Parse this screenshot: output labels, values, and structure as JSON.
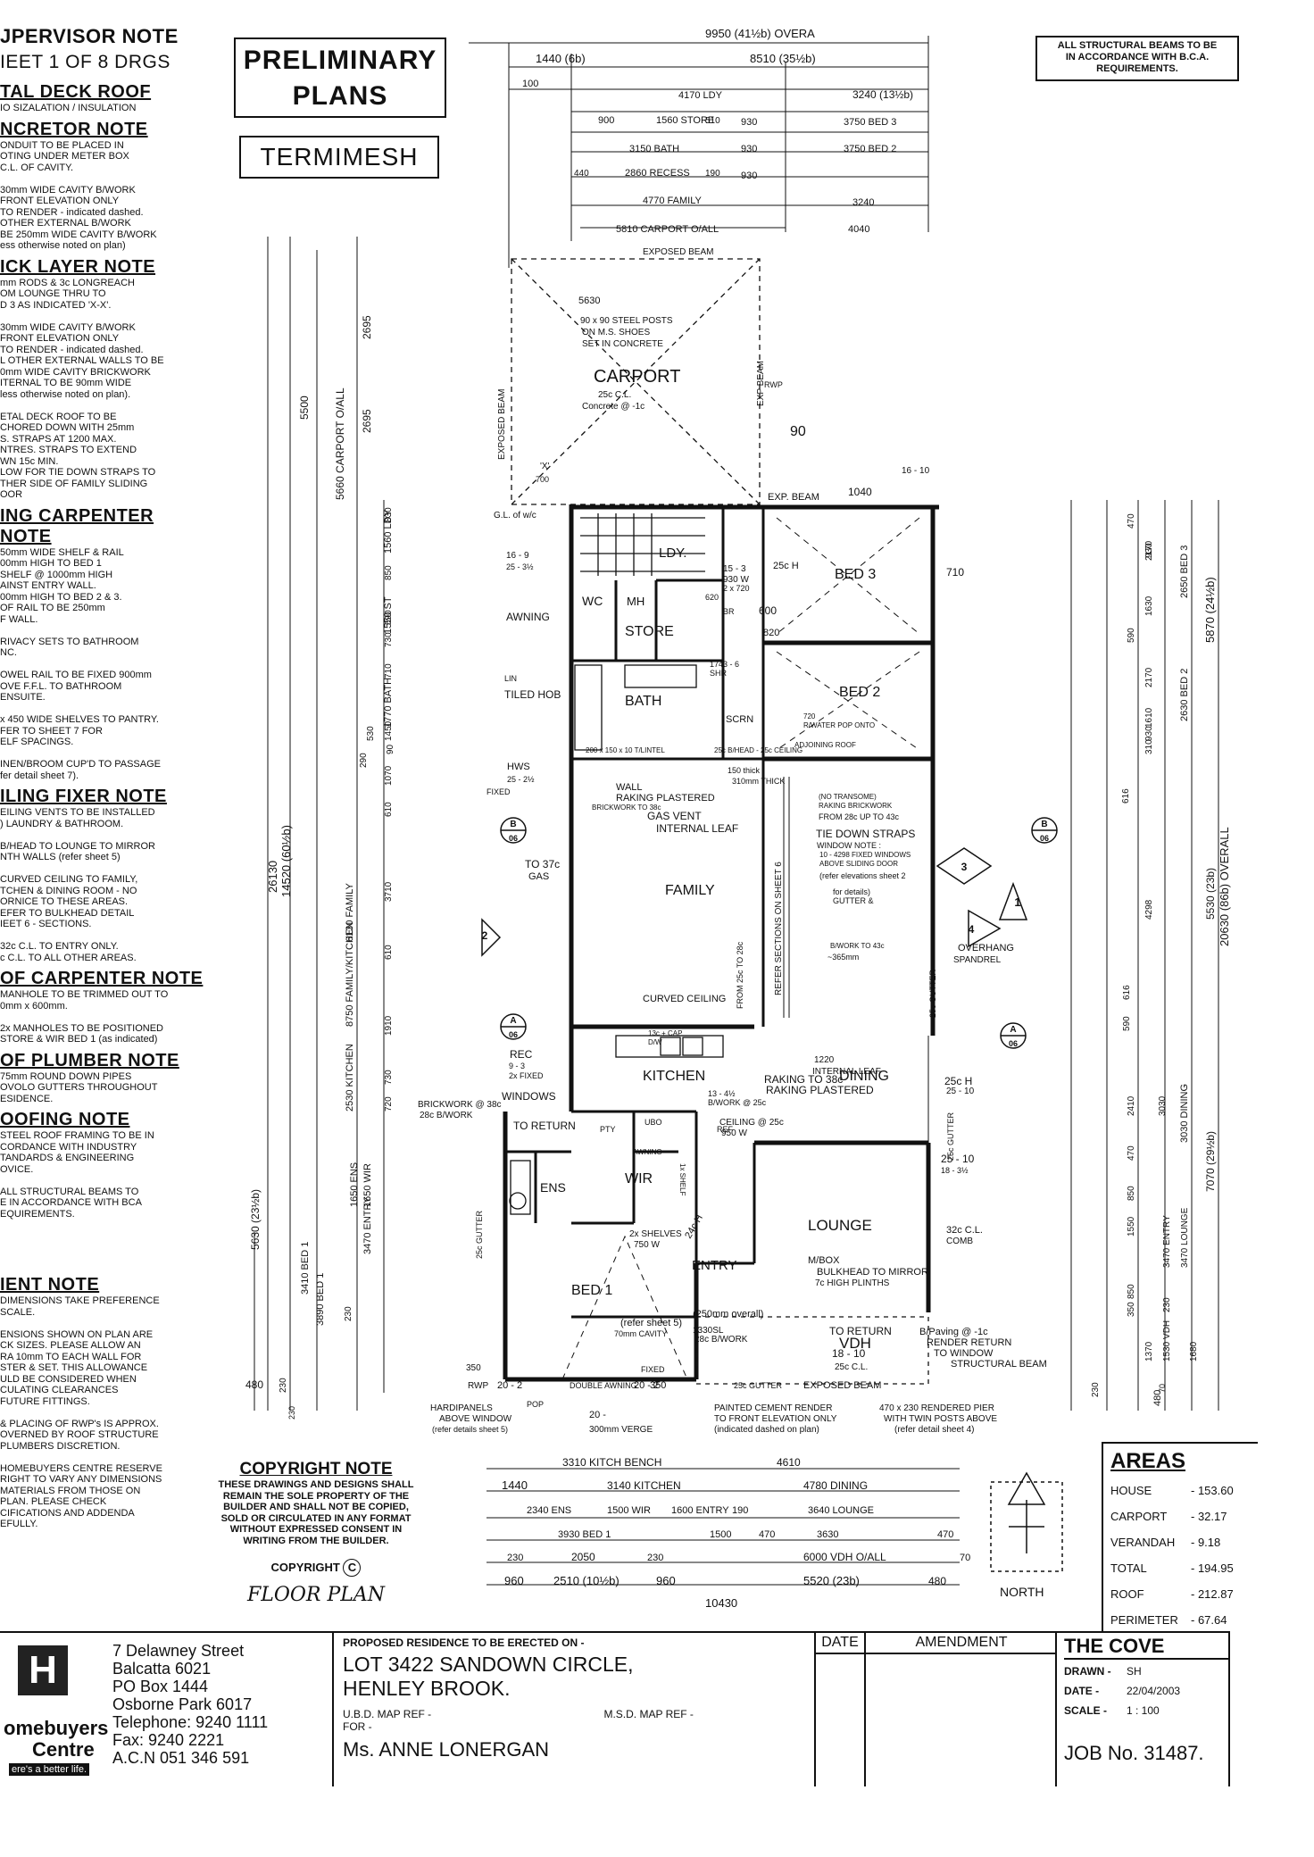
{
  "notes": {
    "supervisor": {
      "title": "JPERVISOR NOTE",
      "sheet": "IEET 1 OF 8 DRGS"
    },
    "metal_deck": {
      "title": "TAL DECK ROOF",
      "lines": [
        "IO SIZALATION / INSULATION"
      ]
    },
    "concretor": {
      "title": "NCRETOR NOTE",
      "lines": [
        "ONDUIT TO BE PLACED IN",
        "OTING UNDER METER BOX",
        "C.L. OF CAVITY.",
        "",
        "30mm WIDE CAVITY B/WORK",
        "FRONT ELEVATION ONLY",
        "TO RENDER - indicated dashed.",
        "OTHER EXTERNAL B/WORK",
        "BE 250mm WIDE CAVITY B/WORK",
        "ess otherwise noted on plan)"
      ]
    },
    "bricklayer": {
      "title": "ICK LAYER NOTE",
      "lines": [
        "mm RODS & 3c LONGREACH",
        "OM LOUNGE THRU TO",
        "D 3 AS INDICATED 'X-X'.",
        "",
        "30mm WIDE CAVITY B/WORK",
        "FRONT ELEVATION ONLY",
        "TO RENDER - indicated dashed.",
        "L OTHER EXTERNAL WALLS TO BE",
        "0mm WIDE CAVITY BRICKWORK",
        "ITERNAL TO BE 90mm WIDE",
        "less otherwise noted on plan).",
        "",
        "ETAL DECK ROOF TO BE",
        "CHORED DOWN WITH 25mm",
        "S. STRAPS AT 1200 MAX.",
        "NTRES. STRAPS TO EXTEND",
        "WN 15c MIN.",
        "LOW FOR TIE DOWN STRAPS TO",
        "THER SIDE OF FAMILY SLIDING",
        "OOR"
      ]
    },
    "fixing_carpenter": {
      "title": "ING CARPENTER NOTE",
      "lines": [
        "50mm WIDE SHELF & RAIL",
        "00mm HIGH TO BED 1",
        "SHELF @ 1000mm HIGH",
        "AINST ENTRY WALL.",
        "00mm HIGH TO BED 2 & 3.",
        "OF RAIL TO BE 250mm",
        "F WALL.",
        "",
        "RIVACY SETS TO BATHROOM",
        "NC.",
        "",
        "OWEL RAIL TO BE FIXED 900mm",
        "OVE F.F.L. TO BATHROOM",
        "ENSUITE.",
        "",
        "x 450 WIDE SHELVES TO PANTRY.",
        "FER TO SHEET 7 FOR",
        "ELF SPACINGS.",
        "",
        "INEN/BROOM CUP'D TO PASSAGE",
        "fer detail sheet 7)."
      ]
    },
    "ceiling_fixer": {
      "title": "ILING FIXER NOTE",
      "lines": [
        "EILING VENTS TO BE INSTALLED",
        ") LAUNDRY & BATHROOM.",
        "",
        "B/HEAD TO LOUNGE TO MIRROR",
        "NTH WALLS (refer sheet 5)",
        "",
        "CURVED CEILING TO FAMILY,",
        "TCHEN & DINING ROOM - NO",
        "ORNICE TO THESE AREAS.",
        "EFER TO BULKHEAD DETAIL",
        "IEET 6 - SECTIONS.",
        "",
        "32c C.L. TO ENTRY ONLY.",
        "c C.L. TO ALL OTHER AREAS."
      ]
    },
    "roof_carpenter": {
      "title": "OF CARPENTER NOTE",
      "lines": [
        "MANHOLE TO BE TRIMMED OUT TO",
        "0mm x 600mm.",
        "",
        "2x MANHOLES TO BE POSITIONED",
        "STORE & WIR BED 1 (as indicated)"
      ]
    },
    "plumber": {
      "title": "OF PLUMBER NOTE",
      "lines": [
        "75mm ROUND DOWN PIPES",
        "OVOLO GUTTERS THROUGHOUT",
        "ESIDENCE."
      ]
    },
    "roofing": {
      "title": "OOFING NOTE",
      "lines": [
        "STEEL ROOF FRAMING TO BE IN",
        "CORDANCE WITH INDUSTRY",
        "TANDARDS & ENGINEERING",
        "OVICE.",
        "",
        "ALL STRUCTURAL BEAMS TO",
        "E IN ACCORDANCE WITH BCA",
        "EQUIREMENTS."
      ]
    },
    "client": {
      "title": "IENT NOTE",
      "lines": [
        "DIMENSIONS TAKE PREFERENCE",
        "SCALE.",
        "",
        "ENSIONS SHOWN ON PLAN ARE",
        "CK SIZES. PLEASE ALLOW AN",
        "RA 10mm TO EACH WALL FOR",
        "STER & SET. THIS ALLOWANCE",
        "ULD BE CONSIDERED WHEN",
        "CULATING CLEARANCES",
        "FUTURE FITTINGS.",
        "",
        "& PLACING OF RWP's IS APPROX.",
        "OVERNED BY ROOF STRUCTURE",
        "PLUMBERS DISCRETION.",
        "",
        "HOMEBUYERS CENTRE RESERVE",
        "RIGHT TO VARY ANY DIMENSIONS",
        "MATERIALS FROM THOSE ON",
        "PLAN. PLEASE CHECK",
        "CIFICATIONS AND ADDENDA",
        "EFULLY."
      ]
    }
  },
  "stamps": {
    "preliminary": "PRELIMINARY PLANS",
    "termimesh": "TERMIMESH"
  },
  "beam_note": [
    "ALL STRUCTURAL BEAMS TO BE",
    "IN ACCORDANCE WITH B.C.A.",
    "REQUIREMENTS."
  ],
  "copyright": {
    "title": "COPYRIGHT NOTE",
    "lines": [
      "THESE DRAWINGS AND DESIGNS SHALL",
      "REMAIN THE SOLE PROPERTY OF THE",
      "BUILDER AND SHALL NOT BE COPIED,",
      "SOLD OR CIRCULATED IN ANY FORMAT",
      "WITHOUT EXPRESSED CONSENT IN",
      "WRITING FROM THE BUILDER."
    ],
    "mark": "COPYRIGHT",
    "floor_plan": "FLOOR PLAN"
  },
  "areas": {
    "title": "AREAS",
    "rows": [
      [
        "HOUSE",
        "- 153.60"
      ],
      [
        "CARPORT",
        "- 32.17"
      ],
      [
        "VERANDAH",
        "- 9.18"
      ],
      [
        "TOTAL",
        "- 194.95"
      ],
      [
        "ROOF",
        "- 212.87"
      ],
      [
        "PERIMETER",
        "- 67.64"
      ]
    ]
  },
  "north": "NORTH",
  "company": {
    "address": [
      "7 Delawney Street",
      "Balcatta 6021",
      "PO Box 1444",
      "Osborne Park 6017",
      "Telephone: 9240 1111",
      "Fax: 9240 2221",
      "A.C.N 051 346 591"
    ],
    "name_top": "omebuyers",
    "name_bottom": "Centre",
    "tagline": "ere's a better life."
  },
  "project": {
    "label": "PROPOSED RESIDENCE TO BE ERECTED ON -",
    "lot": "LOT 3422 SANDOWN CIRCLE,",
    "suburb": "HENLEY BROOK.",
    "ubd": "U.B.D. MAP REF -",
    "msd": "M.S.D. MAP REF -",
    "for": "FOR -",
    "client": "Ms. ANNE LONERGAN"
  },
  "amend": {
    "date": "DATE",
    "amendment": "AMENDMENT"
  },
  "titleblock": {
    "name": "THE COVE",
    "drawn_label": "DRAWN -",
    "drawn": "SH",
    "date_label": "DATE -",
    "date": "22/04/2003",
    "scale_label": "SCALE -",
    "scale": "1 : 100",
    "job": "JOB No.  31487."
  },
  "plan": {
    "top_dims": [
      "9950 (41½b) OVERA",
      "1440 (6b)",
      "8510 (35½b)",
      "100",
      "4170 LDY",
      "3240 (13½b)",
      "900",
      "1560 STORE",
      "510",
      "930",
      "3750 BED 3",
      "3150 BATH",
      "930",
      "3750 BED 2",
      "440",
      "2860 RECESS",
      "190",
      "930",
      "4770 FAMILY",
      "3240",
      "5810 CARPORT O/ALL",
      "4040",
      "EXPOSED BEAM"
    ],
    "rooms": [
      "CARPORT",
      "LDY.",
      "WC",
      "MH",
      "STORE",
      "BATH",
      "BED 3",
      "BED 2",
      "FAMILY",
      "KITCHEN",
      "DINING",
      "LOUNGE",
      "ENS",
      "WIR",
      "BED 1",
      "ENTRY",
      "VDH",
      "PTY",
      "REF",
      "UBO"
    ],
    "labels": [
      "90 x 90 STEEL POSTS",
      "ON M.S. SHOES",
      "SET IN CONCRETE",
      "25c C.L.",
      "Concrete @ -1c",
      "EXPOSED BEAM",
      "EXP BEAM",
      "RWP",
      "5630",
      "90",
      "'X'",
      "700",
      "G.L. of w/c",
      "EXP. BEAM",
      "1040",
      "16 - 10",
      "710",
      "16 - 9",
      "25 - 3½",
      "AWNING",
      "15 - 3",
      "930 W",
      "25c H",
      "600",
      "820",
      "2 x 720",
      "620",
      "BR",
      "LIN",
      "TILED HOB",
      "1743 - 6",
      "SHR",
      "SCRN",
      "720",
      "R/WATER POP ONTO",
      "ADJOINING ROOF",
      "200 x 150 x 10 T/LINTEL",
      "25c B/HEAD - 25c CEILING",
      "150 thick",
      "310mm THICK",
      "WALL",
      "RAKING PLASTERED",
      "BRICKWORK TO 38c",
      "GAS VENT",
      "INTERNAL LEAF",
      "TO 37c",
      "GAS",
      "HWS",
      "25 - 2½",
      "FIXED",
      "(NO TRANSOME)",
      "RAKING BRICKWORK",
      "FROM 28c UP TO 43c",
      "TIE DOWN STRAPS",
      "WINDOW NOTE :",
      "10 - 4298 FIXED WINDOWS",
      "ABOVE SLIDING DOOR",
      "(refer elevations sheet 2",
      "for details)",
      "GUTTER &",
      "B/WORK TO 43c",
      "~365mm",
      "OVERHANG",
      "SPANDREL",
      "FROM 25c TO 28c",
      "REFER SECTIONS ON SHEET 6",
      "CURVED CEILING",
      "13c + CAP",
      "D/W",
      "REC",
      "9 - 3",
      "2x FIXED",
      "WINDOWS",
      "1220",
      "INTERNAL LEAF",
      "RAKING TO 38c",
      "RAKING PLASTERED",
      "BRICKWORK @ 38c",
      "28c B/WORK",
      "TO RETURN",
      "13 - 4½",
      "B/WORK @ 25c",
      "CEILING @ 25c",
      "950 W",
      "25c H",
      "25 - 10",
      "18 - 3½",
      "AWNING",
      "1x SHELF",
      "2x SHELVES",
      "750 W",
      "24c H",
      "32c C.L.",
      "COMB",
      "M/BOX",
      "BULKHEAD TO MIRROR",
      "7c HIGH PLINTHS",
      "(refer sheet 5)",
      "70mm CAVITY",
      "(250mm overall)",
      "1330SL",
      "28c B/WORK",
      "TO RETURN",
      "18 - 10",
      "25c C.L.",
      "B/Paving @ -1c",
      "RENDER RETURN",
      "TO WINDOW",
      "STRUCTURAL BEAM",
      "350",
      "RWP",
      "20 - 2",
      "DOUBLE AWNING",
      "20 - 2",
      "FIXED",
      "POP",
      "20 -",
      "350",
      "25c GUTTER",
      "EXPOSED BEAM",
      "HARDIPANELS",
      "ABOVE WINDOW",
      "(refer details sheet 5)",
      "300mm VERGE",
      "PAINTED CEMENT RENDER",
      "TO FRONT ELEVATION ONLY",
      "(indicated dashed on plan)",
      "470 x 230 RENDERED PIER",
      "WITH TWIN POSTS ABOVE",
      "(refer detail sheet 4)",
      "25c GUTTER",
      "25c GUTTER",
      "25c GUTTER"
    ],
    "left_dims": [
      "26130",
      "14520 (60½b)",
      "5500",
      "5660 CARPORT O/ALL",
      "2695",
      "2695",
      "1560 LDY",
      "1550 ST",
      "1770 BATH",
      "530",
      "6130 FAMILY",
      "8750 FAMILY/KITCHEN",
      "2530 KITCHEN",
      "1650 ENS",
      "1650 WIR",
      "3470 ENTRY",
      "5630 (23½b)",
      "3410 BED 1",
      "3890 BED 1",
      "480",
      "230",
      "230",
      "90",
      "830",
      "850",
      "590",
      "730",
      "710",
      "1450",
      "1070",
      "610",
      "3710",
      "610",
      "1910",
      "730",
      "720",
      "290",
      "230"
    ],
    "right_dims": [
      "20630 (86b) OVERALL",
      "5870 (24½b)",
      "2650 BED 3",
      "2630 BED 2",
      "2170",
      "1630",
      "930",
      "2170",
      "1610",
      "930",
      "590",
      "470",
      "616",
      "310",
      "4298",
      "5530 (23b)",
      "590",
      "616",
      "7070 (29½b)",
      "3030 DINING",
      "3030",
      "2410",
      "470",
      "850",
      "1550",
      "3470 ENTRY",
      "3470 LOUNGE",
      "350",
      "850",
      "230",
      "1370",
      "1530 VDH",
      "1680",
      "480",
      "70",
      "230",
      "25 - 10"
    ],
    "bottom_dims": [
      "3310 KITCH BENCH",
      "4610",
      "1440",
      "3140 KITCHEN",
      "4780 DINING",
      "2340 ENS",
      "1500 WIR",
      "1600 ENTRY",
      "190",
      "3640 LOUNGE",
      "3930 BED 1",
      "1500",
      "470",
      "3630",
      "470",
      "230",
      "2050",
      "230",
      "6000 VDH O/ALL",
      "70",
      "960",
      "2510 (10½b)",
      "960",
      "5520 (23b)",
      "480",
      "10430"
    ],
    "sections": [
      "B",
      "06",
      "B",
      "06",
      "A",
      "06",
      "A",
      "06",
      "1",
      "2",
      "3",
      "4"
    ]
  }
}
